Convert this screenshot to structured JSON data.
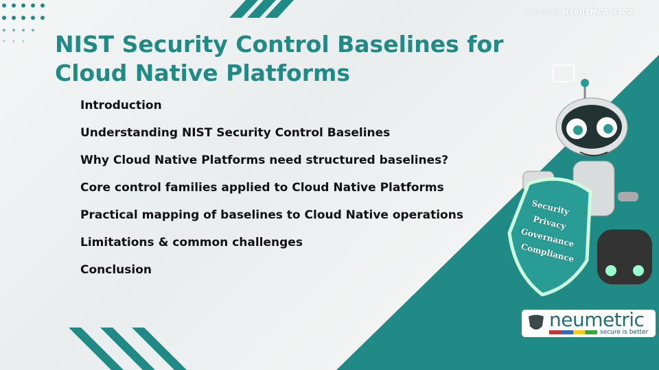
{
  "header": {
    "article_label": "Article ID",
    "article_id": "N2601MCA-5402"
  },
  "title": "NIST Security Control Baselines for Cloud Native Platforms",
  "agenda": [
    "Introduction",
    "Understanding NIST Security Control Baselines",
    "Why Cloud Native Platforms need structured baselines?",
    "Core control families applied to Cloud Native Platforms",
    "Practical mapping of baselines to Cloud Native operations",
    "Limitations & common challenges",
    "Conclusion"
  ],
  "shield_words": [
    "Security",
    "Privacy",
    "Governance",
    "Compliance"
  ],
  "logo": {
    "name": "neumetric",
    "tagline": "secure is better"
  },
  "colors": {
    "teal": "#1f8a86"
  }
}
